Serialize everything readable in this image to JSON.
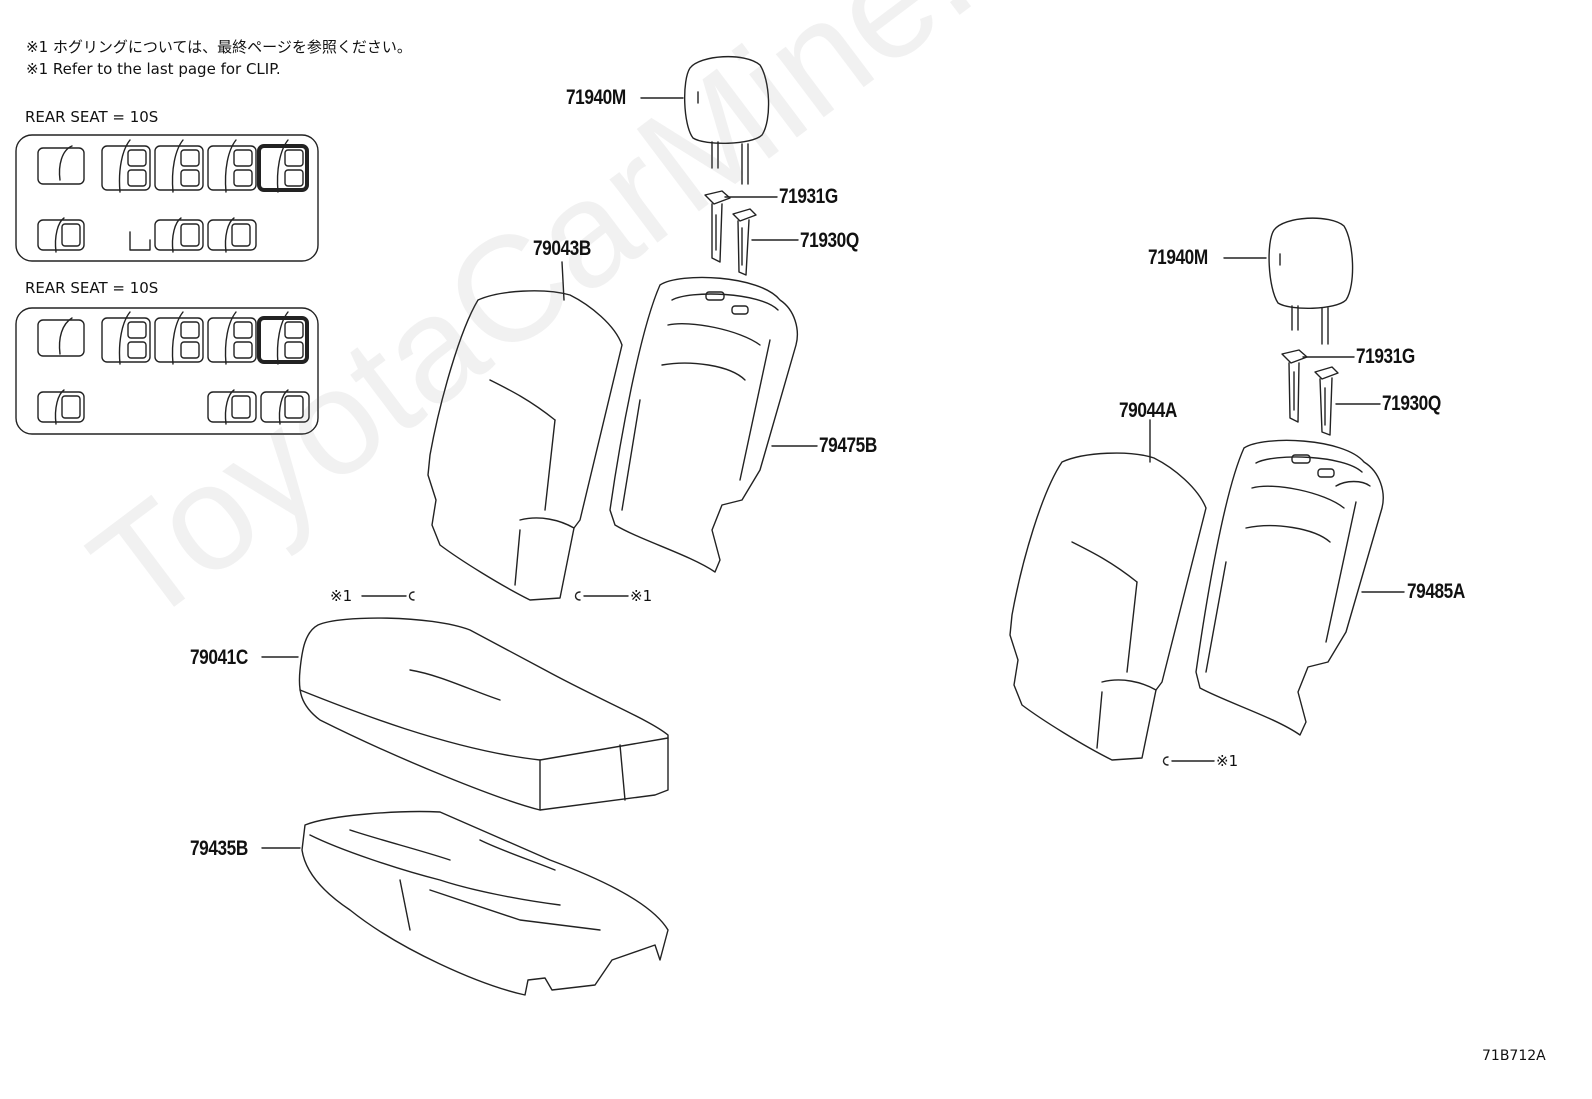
{
  "notes": {
    "jp": "※1 ホグリングについては、最終ページを参照ください。",
    "en": "※1 Refer to the last page for CLIP."
  },
  "seat_maps": [
    {
      "title": "REAR SEAT = 10S"
    },
    {
      "title": "REAR SEAT = 10S"
    }
  ],
  "parts": {
    "headrest_left": "71940M",
    "support_left": "71931G",
    "guide_left": "71930Q",
    "back_cover_left": "79043B",
    "back_pad_left": "79475B",
    "cushion_cover": "79041C",
    "cushion_pad": "79435B",
    "headrest_right": "71940M",
    "support_right": "71931G",
    "guide_right": "71930Q",
    "back_cover_right": "79044A",
    "back_pad_right": "79485A"
  },
  "clip_marker": "※1",
  "watermark": "ToyotaCarMine.ru",
  "diagram_id": "71B712A",
  "colors": {
    "line": "#222222",
    "watermark": "#cccccc"
  }
}
